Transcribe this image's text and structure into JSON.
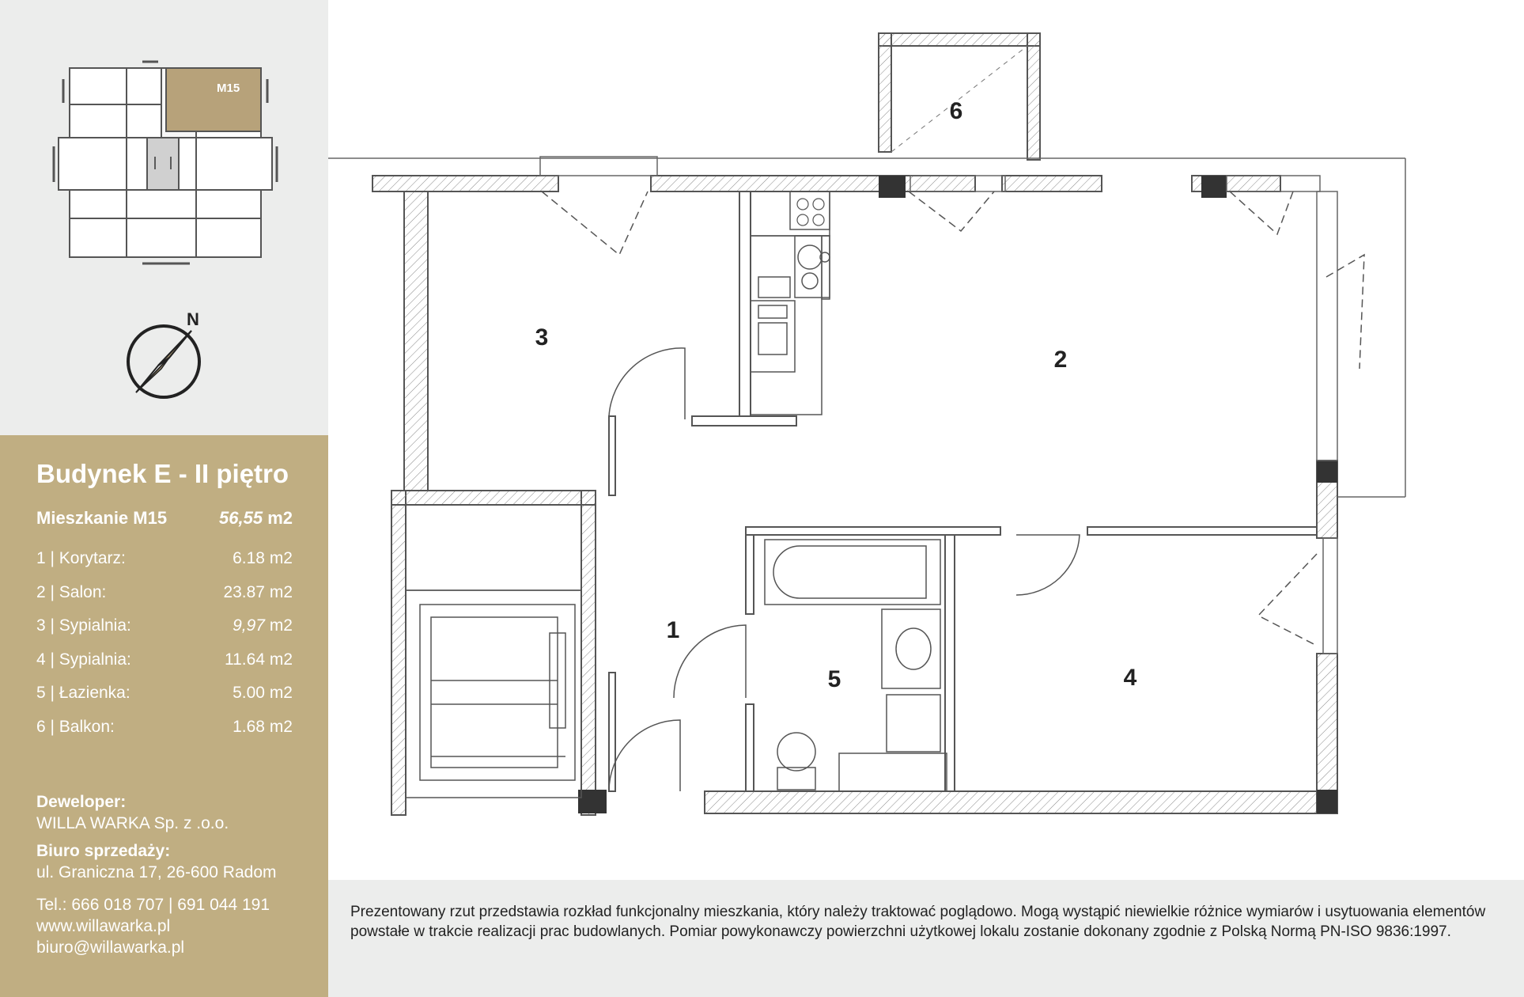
{
  "keyplan": {
    "apartment_label": "M15",
    "north_label": "N"
  },
  "floorplan": {
    "room_numbers": [
      "1",
      "2",
      "3",
      "4",
      "5",
      "6"
    ]
  },
  "info": {
    "title": "Budynek E - II piętro",
    "apartment_label": "Mieszkanie M15",
    "apartment_area_value": "56,55",
    "apartment_area_unit": "m2",
    "rooms": [
      {
        "label": "1 | Korytarz:",
        "area": "6.18 m2"
      },
      {
        "label": "2 | Salon:",
        "area": "23.87 m2"
      },
      {
        "label": "3 | Sypialnia:",
        "area_value": "9,97",
        "area_unit": "m2"
      },
      {
        "label": "4 | Sypialnia:",
        "area": "11.64 m2"
      },
      {
        "label": "5 | Łazienka:",
        "area": "5.00 m2"
      },
      {
        "label": "6 | Balkon:",
        "area": "1.68 m2"
      }
    ],
    "developer_label": "Deweloper:",
    "developer_name": "WILLA WARKA Sp. z .o.o.",
    "office_label": "Biuro sprzedaży:",
    "office_address": "ul. Graniczna 17, 26-600 Radom",
    "phone": "Tel.: 666 018 707 | 691 044 191",
    "website": "www.willawarka.pl",
    "email": "biuro@willawarka.pl"
  },
  "disclaimer": "Prezentowany rzut przedstawia rozkład funkcjonalny mieszkania, który należy traktować poglądowo. Mogą wystąpić niewielkie różnice wymiarów i usytuowania elementów powstałe w trakcie realizacji prac budowlanych. Pomiar powykonawczy powierzchni użytkowej lokalu zostanie dokonany zgodnie z Polską Normą PN-ISO 9836:1997.",
  "colors": {
    "accent": "#c0ae82",
    "panel_bg": "#ecedec",
    "wall": "#555555"
  }
}
